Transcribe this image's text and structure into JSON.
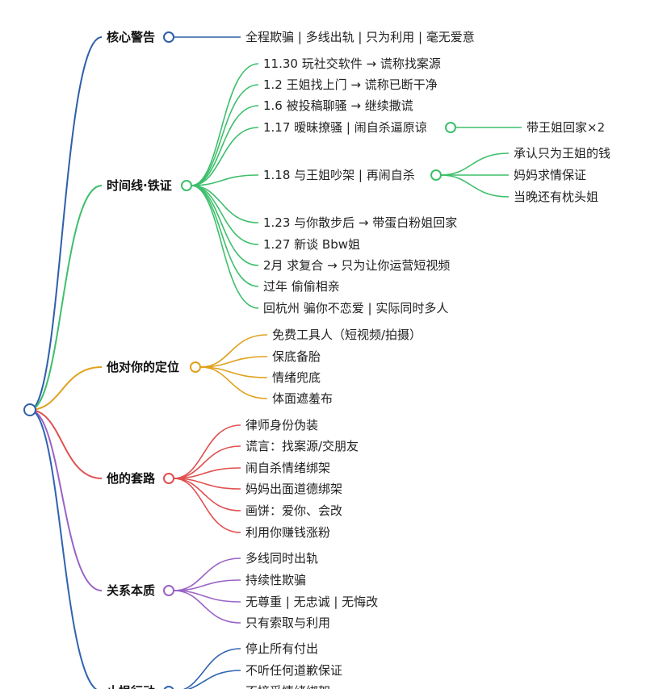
{
  "colors": {
    "blue": "#2f5fa8",
    "green": "#3dbf6b",
    "orange": "#e0a11c",
    "red": "#e0504f",
    "purple": "#9a63c6",
    "darkblue": "#2f63b0"
  },
  "branches": [
    {
      "label": "核心警告",
      "color": "blue",
      "children": [
        {
          "label": "全程欺骗 | 多线出轨 | 只为利用 | 毫无爱意"
        }
      ]
    },
    {
      "label": "时间线·铁证",
      "color": "green",
      "children": [
        {
          "label": "11.30 玩社交软件 → 谎称找案源"
        },
        {
          "label": "1.2 王姐找上门 → 谎称已断干净"
        },
        {
          "label": "1.6 被投稿聊骚 → 继续撒谎"
        },
        {
          "label": "1.17 暧昧撩骚 | 闹自杀逼原谅",
          "children": [
            {
              "label": "带王姐回家×2"
            }
          ]
        },
        {
          "label": "1.18 与王姐吵架 | 再闹自杀",
          "children": [
            {
              "label": "承认只为王姐的钱"
            },
            {
              "label": "妈妈求情保证"
            },
            {
              "label": "当晚还有枕头姐"
            }
          ]
        },
        {
          "label": "1.23 与你散步后 → 带蛋白粉姐回家"
        },
        {
          "label": "1.27 新谈 Bbw姐"
        },
        {
          "label": "2月 求复合 → 只为让你运营短视频"
        },
        {
          "label": "过年 偷偷相亲"
        },
        {
          "label": "回杭州 骗你不恋爱 | 实际同时多人"
        }
      ]
    },
    {
      "label": "他对你的定位",
      "color": "orange",
      "children": [
        {
          "label": "免费工具人（短视频/拍摄）"
        },
        {
          "label": "保底备胎"
        },
        {
          "label": "情绪兜底"
        },
        {
          "label": "体面遮羞布"
        }
      ]
    },
    {
      "label": "他的套路",
      "color": "red",
      "children": [
        {
          "label": "律师身份伪装"
        },
        {
          "label": "谎言：找案源/交朋友"
        },
        {
          "label": "闹自杀情绪绑架"
        },
        {
          "label": "妈妈出面道德绑架"
        },
        {
          "label": "画饼：爱你、会改"
        },
        {
          "label": "利用你赚钱涨粉"
        }
      ]
    },
    {
      "label": "关系本质",
      "color": "purple",
      "children": [
        {
          "label": "多线同时出轨"
        },
        {
          "label": "持续性欺骗"
        },
        {
          "label": "无尊重 | 无忠诚 | 无悔改"
        },
        {
          "label": "只有索取与利用"
        }
      ]
    },
    {
      "label": "止损行动",
      "color": "darkblue",
      "children": [
        {
          "label": "停止所有付出"
        },
        {
          "label": "不听任何道歉保证"
        },
        {
          "label": "不接受情绪绑架"
        }
      ]
    }
  ]
}
